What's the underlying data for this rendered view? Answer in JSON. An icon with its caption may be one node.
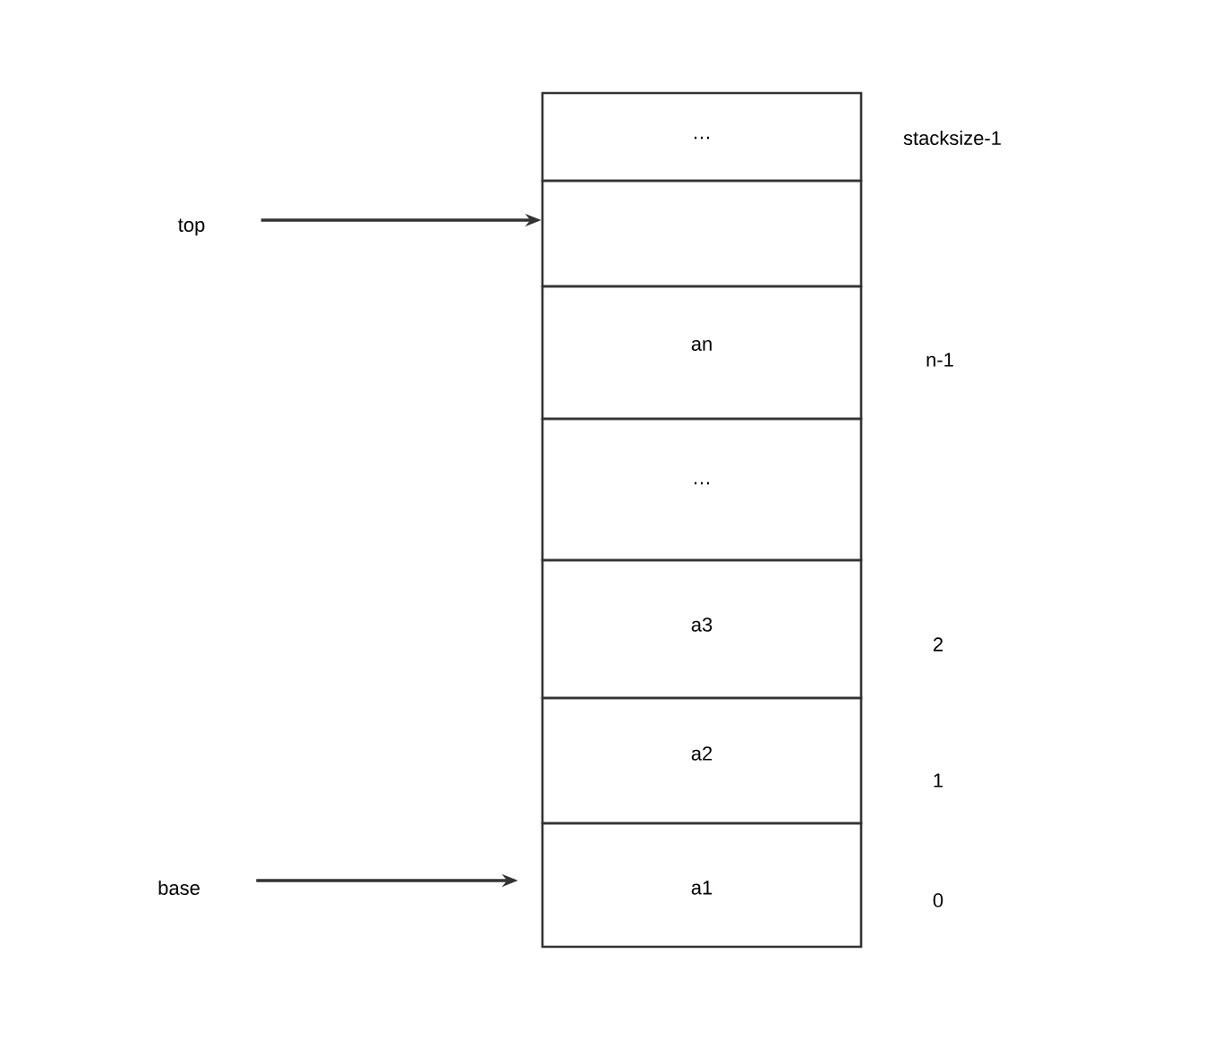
{
  "diagram": {
    "nodes": [
      {
        "text": [
          "…"
        ],
        "beside": [
          "stacksize-1"
        ]
      },
      {
        "text": [
          "top"
        ]
      },
      {
        "text": [],
        "shape": "box"
      },
      {
        "text": [
          "an"
        ],
        "beside": [
          "n-1"
        ]
      },
      {
        "text": [
          "…"
        ]
      },
      {
        "text": [
          "a3"
        ],
        "beside": [
          "2"
        ]
      },
      {
        "text": [
          "a2"
        ],
        "beside": [
          "1"
        ]
      },
      {
        "text": [
          "a1"
        ],
        "beside": [
          "0"
        ]
      },
      {
        "text": [
          "base"
        ]
      }
    ],
    "edges": [
      {
        "from": 1,
        "to": 2,
        "arrow": "to"
      },
      {
        "from": 8,
        "to": 7,
        "arrow": "to"
      }
    ]
  }
}
